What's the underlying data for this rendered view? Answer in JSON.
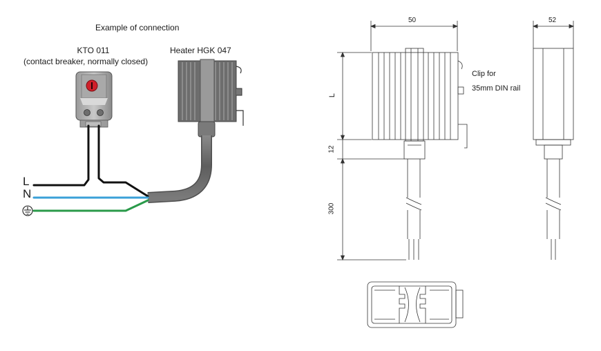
{
  "connection": {
    "title": "Example of connection",
    "thermostat_name": "KTO 011",
    "thermostat_desc": "(contact breaker, normally closed)",
    "heater_name": "Heater HGK 047",
    "wires": {
      "l": "L",
      "n": "N"
    }
  },
  "drawing": {
    "width_front": "50",
    "width_side": "52",
    "dim_l": "L",
    "dim_12": "12",
    "dim_300": "300",
    "clip_line1": "Clip for",
    "clip_line2": "35mm DIN rail"
  },
  "colors": {
    "wire_black": "#111111",
    "wire_blue": "#3aa0d8",
    "wire_green": "#2a9a4a",
    "cable_grey": "#6f6f6f",
    "body_grey": "#8a8a8a",
    "knob_red": "#d0202a"
  }
}
